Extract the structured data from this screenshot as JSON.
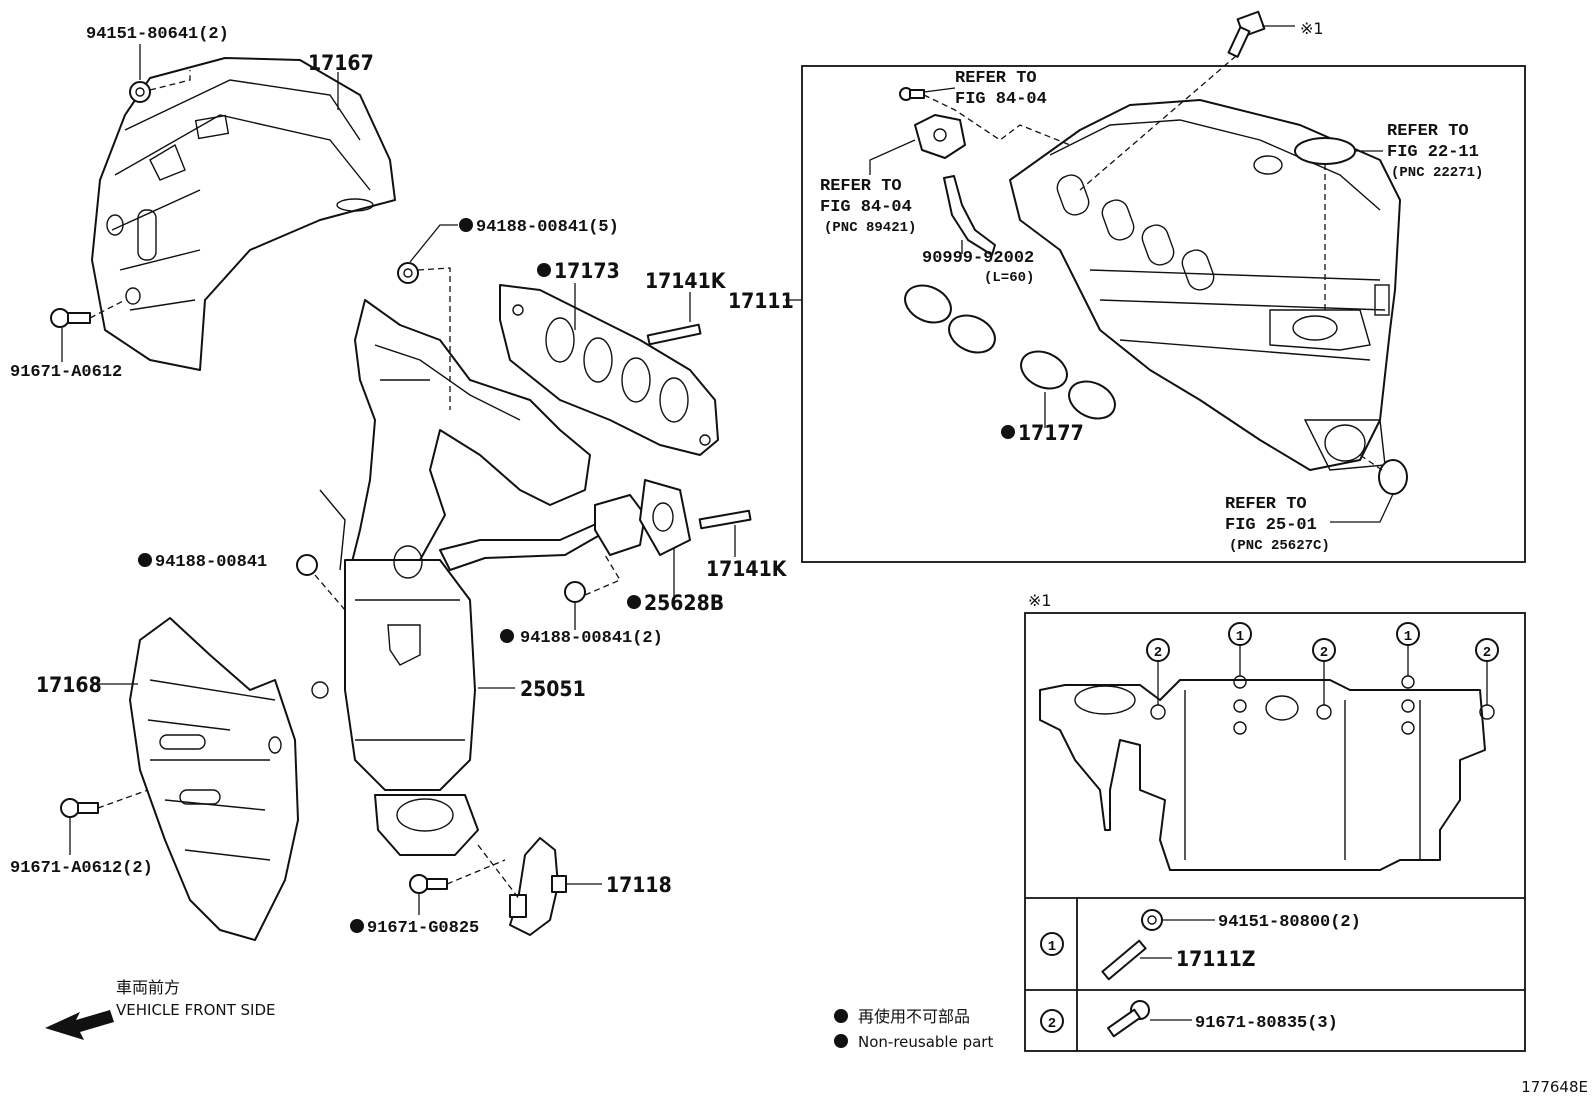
{
  "diagram_id": "177648E",
  "labels": {
    "p_94151_80641": "94151-80641(2)",
    "p_17167": "17167",
    "p_91671_A0612": "91671-A0612",
    "p_94188_00841_5": "94188-00841(5)",
    "p_17173": "17173",
    "p_17141K_a": "17141K",
    "p_17141K_b": "17141K",
    "p_94188_00841": "94188-00841",
    "p_25628B": "25628B",
    "p_94188_00841_2": "94188-00841(2)",
    "p_17168": "17168",
    "p_25051": "25051",
    "p_91671_A0612_2": "91671-A0612(2)",
    "p_17118": "17118",
    "p_91671_G0825": "91671-G0825",
    "p_17111": "17111",
    "p_90999_92002": "90999-92002",
    "p_90999_len": "(L=60)",
    "p_17177": "17177",
    "p_94151_80800": "94151-80800(2)",
    "p_17111Z": "17111Z",
    "p_91671_80835": "91671-80835(3)"
  },
  "refs": {
    "refer_to": "REFER TO",
    "fig_84_04_a": "FIG 84-04",
    "fig_84_04_b": "FIG 84-04",
    "pnc_89421": "(PNC 89421)",
    "fig_22_11": "FIG 22-11",
    "pnc_22271": "(PNC 22271)",
    "fig_25_01": "FIG 25-01",
    "pnc_25627c": "(PNC 25627C)"
  },
  "markers": {
    "note_mark": "※1",
    "callout_1": "1",
    "callout_2": "2"
  },
  "legend": {
    "nonreusable_jp": "再使用不可部品",
    "nonreusable_en": "Non-reusable part",
    "front_jp": "車両前方",
    "front_en": "VEHICLE FRONT SIDE"
  }
}
